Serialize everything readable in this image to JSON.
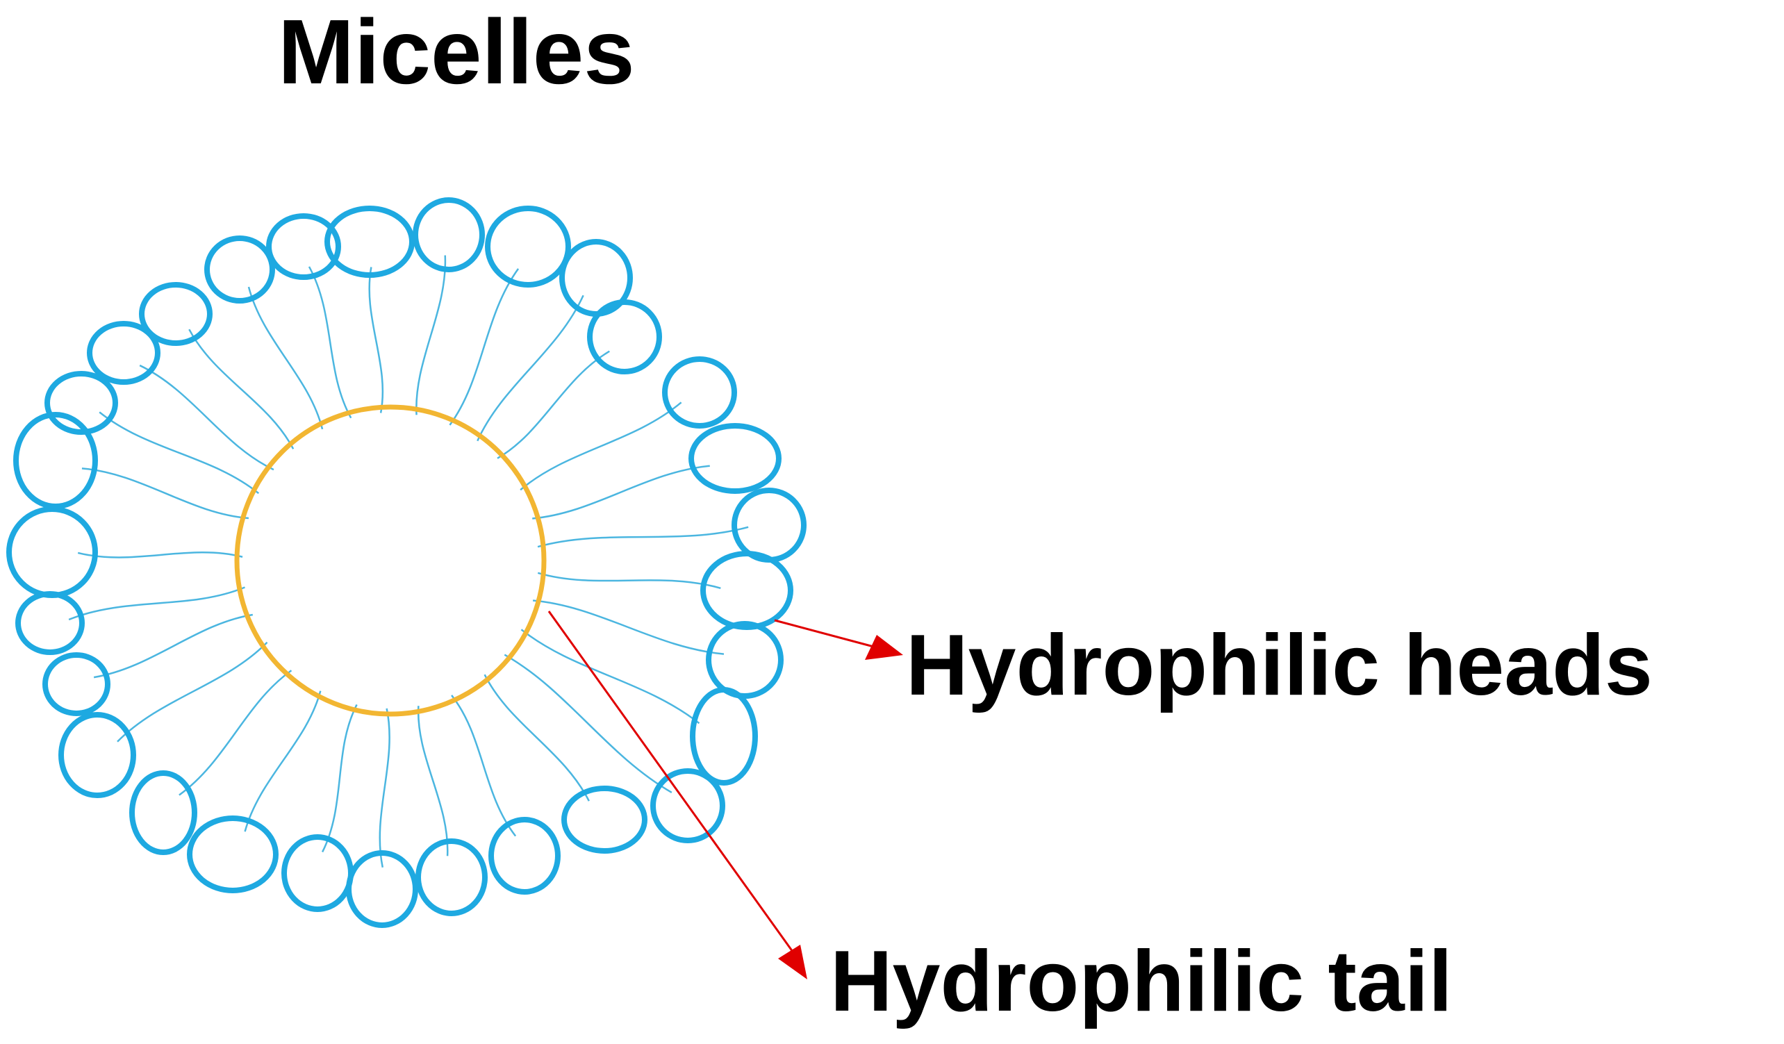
{
  "title": "Micelles",
  "labels": {
    "heads": "Hydrophilic heads",
    "tail": "Hydrophilic tail"
  },
  "colors": {
    "head_stroke": "#1ea9e1",
    "tail_stroke": "#4bb6e0",
    "core_stroke": "#f2b632",
    "arrow": "#e00000",
    "text": "#000000",
    "background": "#ffffff"
  }
}
